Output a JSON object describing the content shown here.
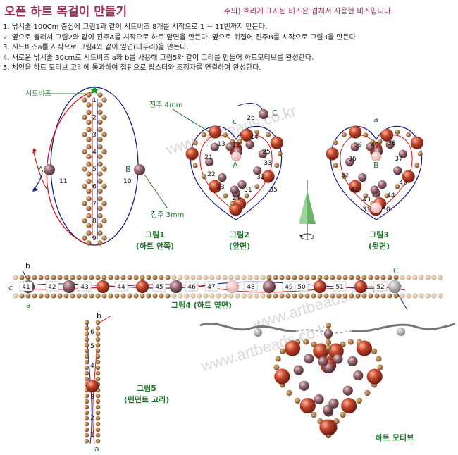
{
  "title": "오픈 하트 목걸이 만들기",
  "note": "주의) 흐리게 표시된 비즈은 겹쳐서 사용한 비즈입니다.",
  "steps": [
    "1. 낚시줄 100Cm 중심에 그림1과 같이 시드비즈 8개를 시작으로 1 ~ 11번까지 만든다.",
    "2. 옆으로 돌려서 그림2와 같이 진주A를 시작으로 하트 앞면을 만든다. 옆으로 뒤집어 진주B를 시작으로 그림3을 만든다.",
    "3. 시드비즈a를 시작으로 그림4와 같이 옆면(테두리)을 만든다.",
    "4. 새로운 낚시줄 30cm로 시드비즈 a와 b를 사용해 그림5와 같이 고리를 만들어 하트모티브를 완성한다.",
    "5. 체인을 하트 모티브 고리에 통과하여 접핀으로 랍스터와 조정자를 연결하여 완성한다."
  ],
  "watermarks": [
    "www.artbeads.co.kr",
    "www.artbeads.co.kr",
    "www.artbeads.co.kr"
  ],
  "fig1": {
    "seed_label": "시드비즈",
    "pearl_label": "진주 3mm",
    "caption_1": "그림1",
    "caption_2": "(하트 안쪽)",
    "letter_a": "A",
    "letter_b": "B",
    "num_a": "11",
    "num_b": "10",
    "center_numbers": [
      "1",
      "2",
      "3",
      "4",
      "5",
      "6",
      "7",
      "8",
      "9"
    ]
  },
  "fig2": {
    "pearl_label": "진주 4mm",
    "caption_1": "그림2",
    "caption_2": "(앞면)",
    "letter_c_left": "c",
    "letter_c_right": "C",
    "letter_a": "A",
    "numbers": [
      "2b",
      "13",
      "12",
      "14",
      "25",
      "21",
      "22",
      "23",
      "24",
      "31",
      "32",
      "33",
      "35"
    ]
  },
  "fig3": {
    "caption_1": "그림3",
    "caption_2": "(뒷면)",
    "letter_a": "a",
    "letter_b": "B",
    "numbers": [
      "40",
      "39",
      "38",
      "36",
      "37",
      "41",
      "42",
      "43",
      "44",
      "45",
      "31",
      "30"
    ]
  },
  "fig4": {
    "caption": "그림4 (하트 옆면)",
    "letter_b": "b",
    "letter_c_left": "c",
    "letter_a": "a",
    "letter_c_right": "C",
    "numbers": [
      "41",
      "42",
      "43",
      "44",
      "45",
      "46",
      "47",
      "48",
      "49",
      "50",
      "51",
      "52"
    ]
  },
  "fig5": {
    "caption_1": "그림5",
    "caption_2": "(펜던트 고리)",
    "letter_b": "b",
    "letter_a": "a",
    "numbers": [
      "6",
      "5",
      "4",
      "3",
      "2",
      "1"
    ]
  },
  "motif": {
    "caption": "하트 모티브"
  },
  "colors": {
    "title": "#a0305a",
    "caption": "#1f7a2a",
    "seed_bead": "#a2632b",
    "pearl_red": "#b23a26",
    "pearl_mauve": "#8a5e63",
    "thread_blue": "#1a1a8c",
    "thread_red": "#e01010"
  }
}
